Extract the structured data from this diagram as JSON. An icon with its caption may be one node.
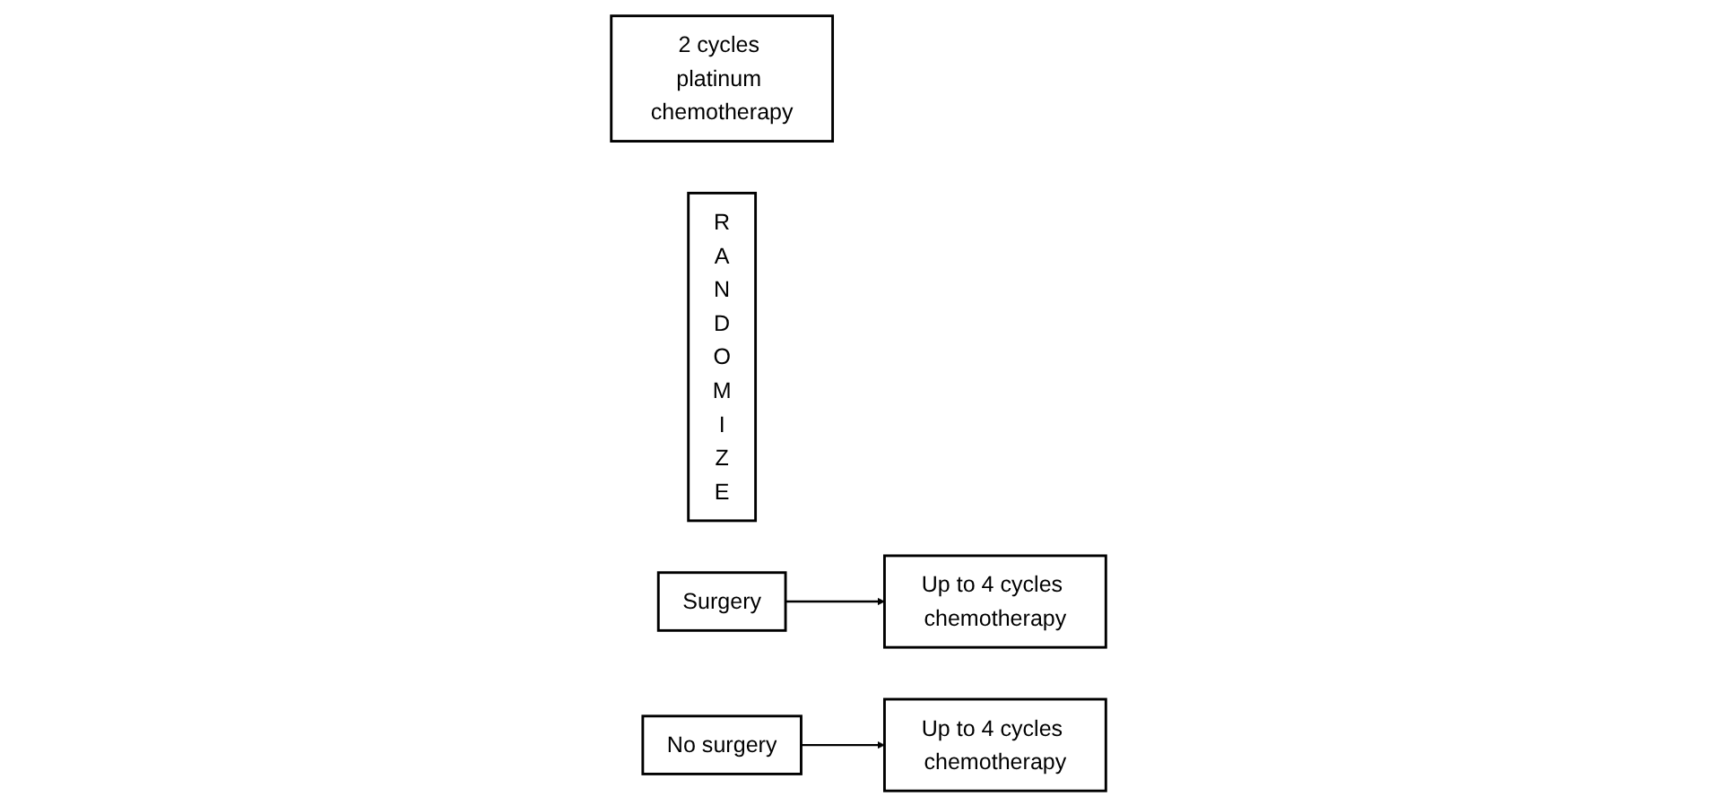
{
  "diagram": {
    "nodes": [
      {
        "text": [
          "2 cycles platinum chemotherapy"
        ]
      },
      {
        "text": [
          "RANDOMIZE"
        ]
      },
      {
        "text": [
          "Surgery"
        ]
      },
      {
        "text": [
          "Up to 4 cycles chemotherapy"
        ]
      },
      {
        "text": [
          "No surgery"
        ]
      },
      {
        "text": [
          "Up to 4 cycles chemotherapy"
        ]
      }
    ],
    "edges": [
      {
        "from": 2,
        "to": 3,
        "arrow": "to"
      },
      {
        "from": 4,
        "to": 5,
        "arrow": "to"
      }
    ]
  }
}
